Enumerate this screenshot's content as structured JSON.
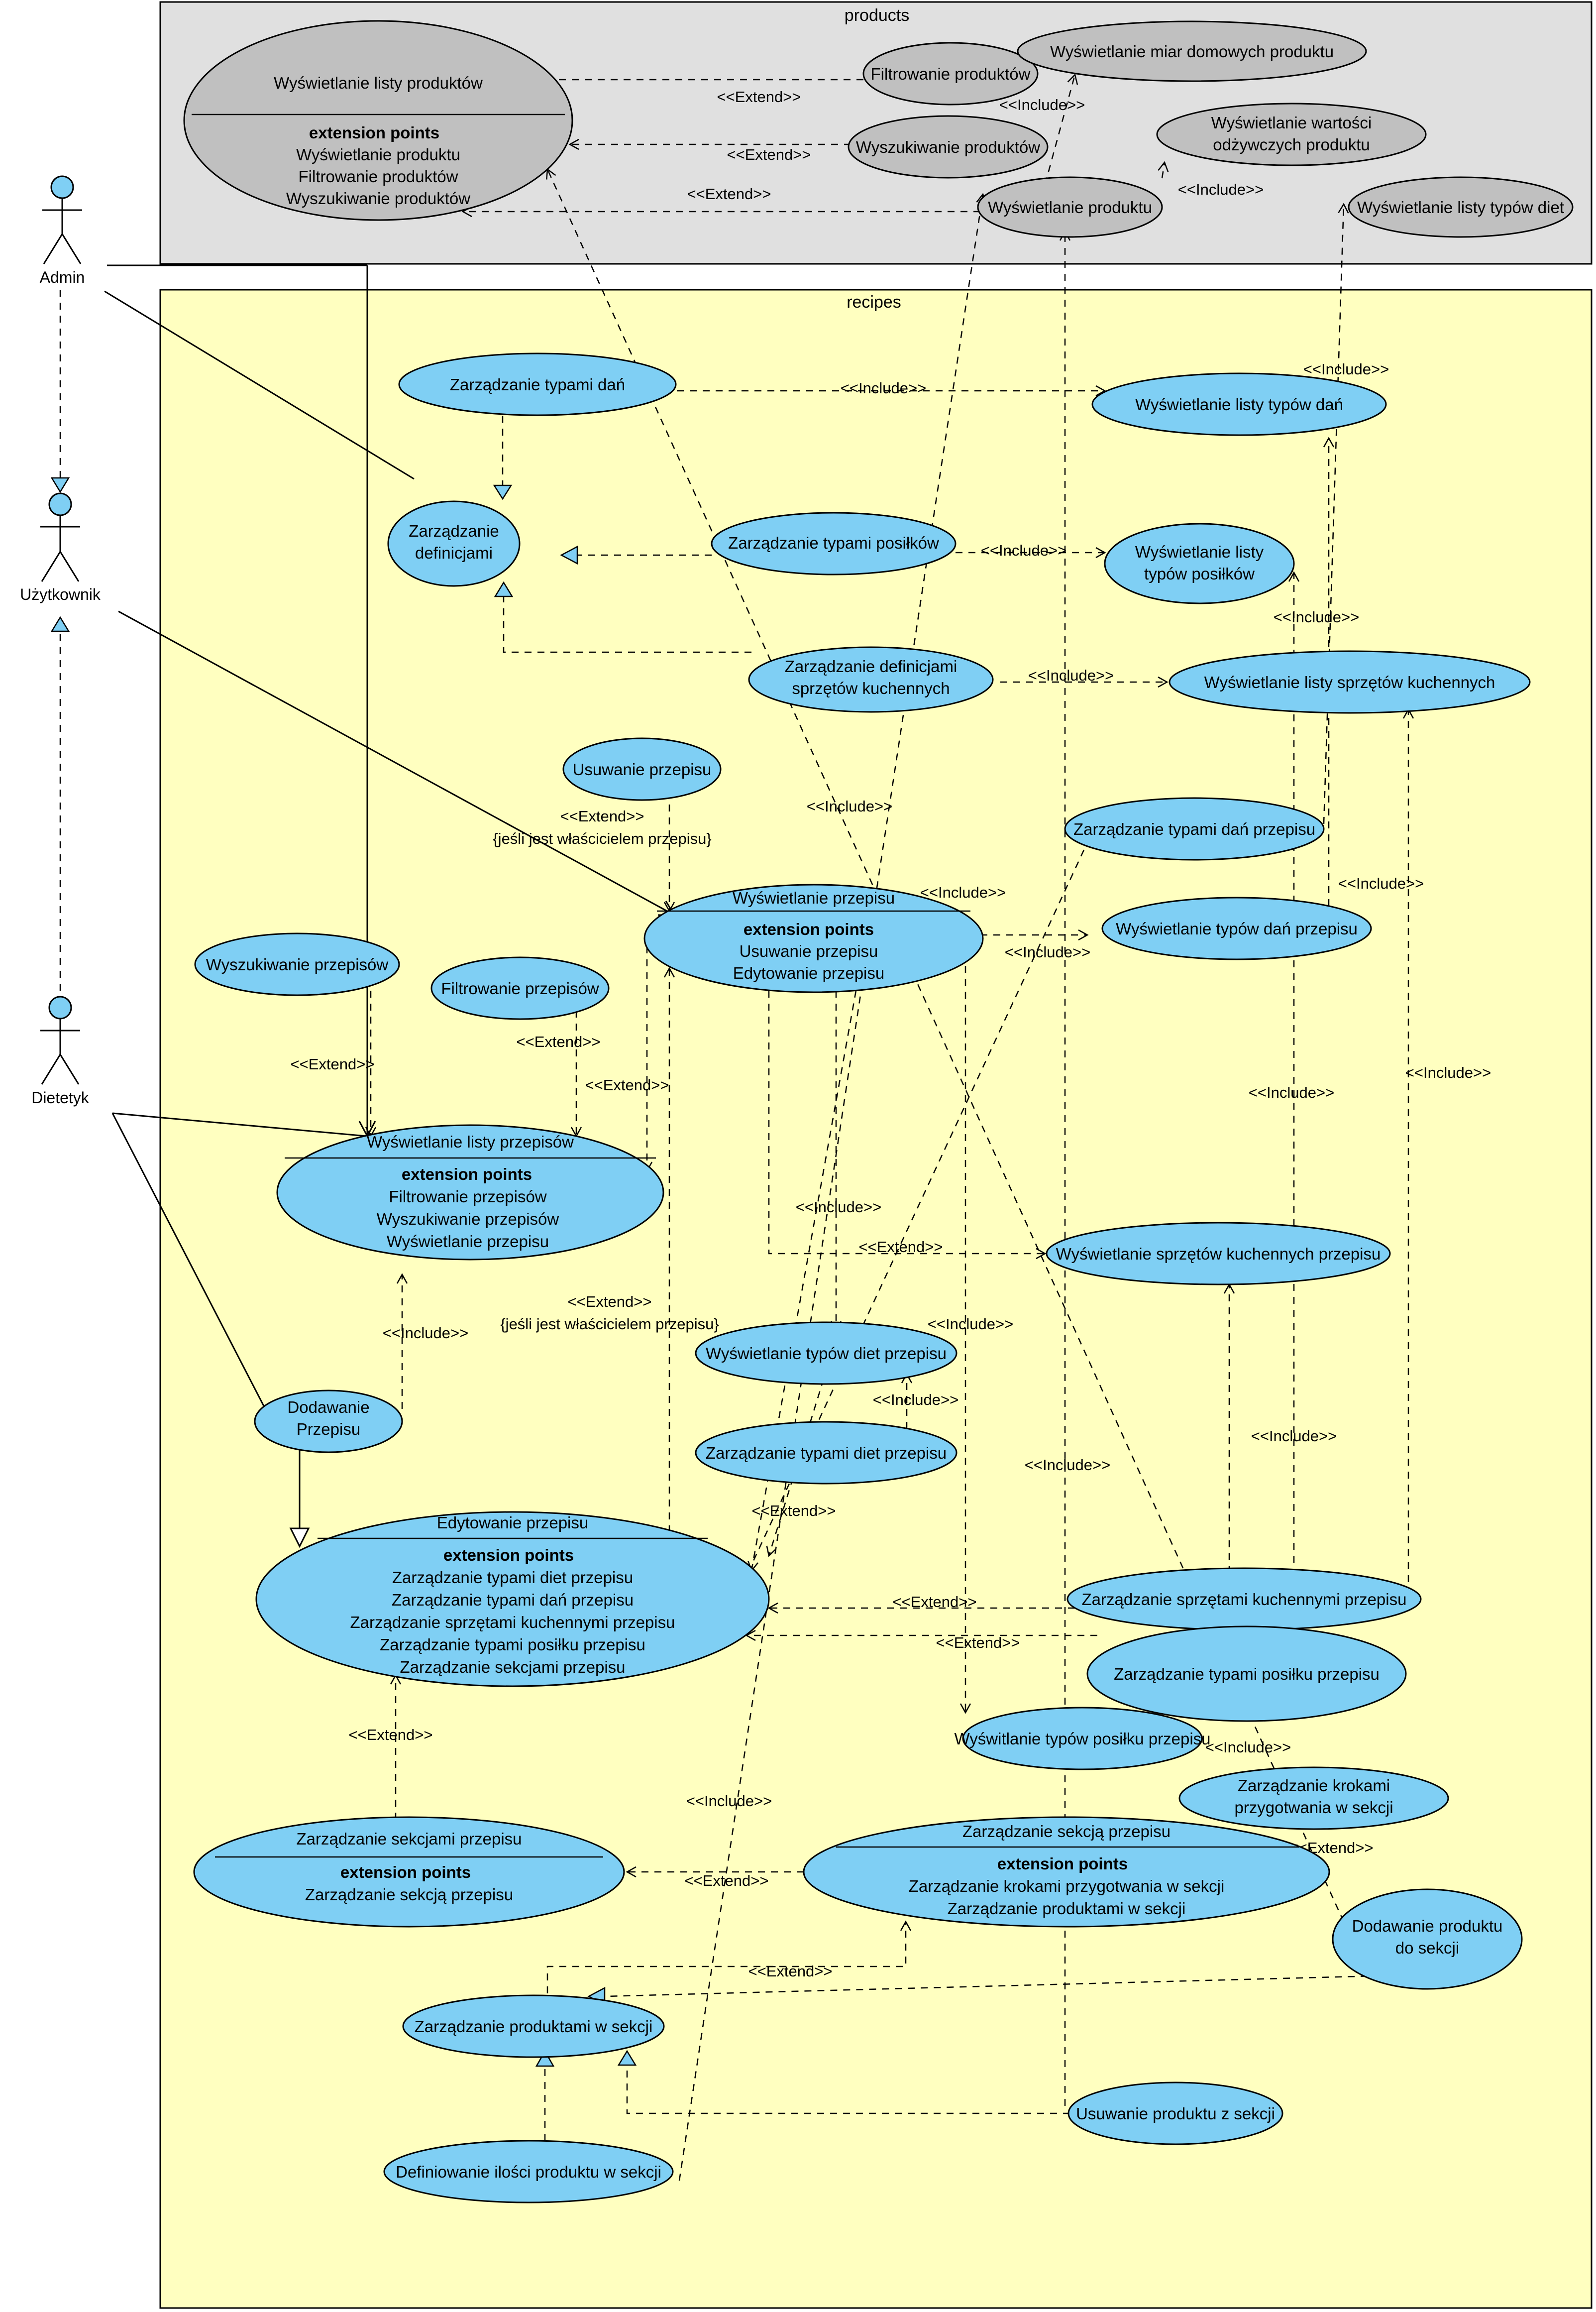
{
  "packages": {
    "products": "products",
    "recipes": "recipes"
  },
  "actors": {
    "admin": "Admin",
    "user": "Użytkownik",
    "dietitian": "Dietetyk"
  },
  "use_cases": {
    "products_list": {
      "title": "Wyświetlanie listy produktów",
      "ep_heading": "extension points",
      "ep": [
        "Wyświetlanie produktu",
        "Filtrowanie produktów",
        "Wyszukiwanie produktów"
      ]
    },
    "filter_products": "Filtrowanie produktów",
    "search_products": "Wyszukiwanie produktów",
    "show_product": "Wyświetlanie produktu",
    "home_measures": "Wyświetlanie miar domowych produktu",
    "nutrition": [
      "Wyświetlanie wartości",
      "odżywczych produktu"
    ],
    "diet_types_list": "Wyświetlanie listy typów diet",
    "manage_dish_types": "Zarządzanie typami dań",
    "dish_types_list": "Wyświetlanie listy typów dań",
    "manage_definitions": [
      "Zarządzanie",
      "definicjami"
    ],
    "manage_meal_types": "Zarządzanie typami posiłków",
    "meal_types_list": [
      "Wyświetlanie listy",
      "typów posiłków"
    ],
    "manage_equipment_defs": [
      "Zarządzanie definicjami",
      "sprzętów kuchennych"
    ],
    "equipment_list": "Wyświetlanie listy sprzętów kuchennych",
    "delete_recipe": "Usuwanie przepisu",
    "manage_recipe_dish_types": "Zarządzanie typami dań przepisu",
    "show_recipe": {
      "title": "Wyświetlanie przepisu",
      "ep_heading": "extension points",
      "ep": [
        "Usuwanie przepisu",
        "Edytowanie przepisu"
      ]
    },
    "recipe_dish_types": "Wyświetlanie typów dań przepisu",
    "search_recipes": "Wyszukiwanie przepisów",
    "filter_recipes": "Filtrowanie przepisów",
    "recipes_list": {
      "title": "Wyświetlanie listy przepisów",
      "ep_heading": "extension points",
      "ep": [
        "Filtrowanie przepisów",
        "Wyszukiwanie przepisów",
        "Wyświetlanie przepisu"
      ]
    },
    "recipe_equipment": "Wyświetlanie sprzętów kuchennych przepisu",
    "recipe_diet_types": "Wyświetlanie typów diet przepisu",
    "add_recipe": [
      "Dodawanie",
      "Przepisu"
    ],
    "manage_recipe_diet_types": "Zarządzanie typami diet przepisu",
    "edit_recipe": {
      "title": "Edytowanie przepisu",
      "ep_heading": "extension points",
      "ep": [
        "Zarządzanie typami diet przepisu",
        "Zarządzanie typami dań przepisu",
        "Zarządzanie sprzętami kuchennymi przepisu",
        "Zarządzanie typami posiłku przepisu",
        "Zarządzanie sekcjami przepisu"
      ]
    },
    "manage_recipe_equipment": "Zarządzanie sprzętami kuchennymi przepisu",
    "manage_recipe_meal_types": "Zarządzanie typami posiłku przepisu",
    "recipe_meal_types": "Wyświtlanie typów posiłku przepisu",
    "manage_steps": [
      "Zarządzanie krokami",
      "przygotwania w sekcji"
    ],
    "manage_sections": {
      "title": "Zarządzanie sekcjami przepisu",
      "ep_heading": "extension points",
      "ep": [
        "Zarządzanie sekcją przepisu"
      ]
    },
    "manage_section": {
      "title": "Zarządzanie sekcją przepisu",
      "ep_heading": "extension points",
      "ep": [
        "Zarządzanie krokami przygotwania w sekcji",
        "Zarządzanie produktami w sekcji"
      ]
    },
    "add_product_to_section": [
      "Dodawanie produktu",
      "do sekcji"
    ],
    "manage_section_products": "Zarządzanie produktami w sekcji",
    "remove_product_from_section": "Usuwanie produktu z sekcji",
    "define_product_amount": "Definiowanie ilości produktu w sekcji"
  },
  "relation_labels": {
    "extend": "<<Extend>>",
    "include": "<<Include>>",
    "owner_condition": "{jeśli jest właścicielem przepisu}",
    "owner_condition_2": "{jeśli jest właścicielem przepisu}"
  },
  "colors": {
    "use_case_blue": "#7fcff4",
    "use_case_grey": "#c0c0c0",
    "products_package": "#e0e0e0",
    "recipes_package": "#ffffc0"
  }
}
